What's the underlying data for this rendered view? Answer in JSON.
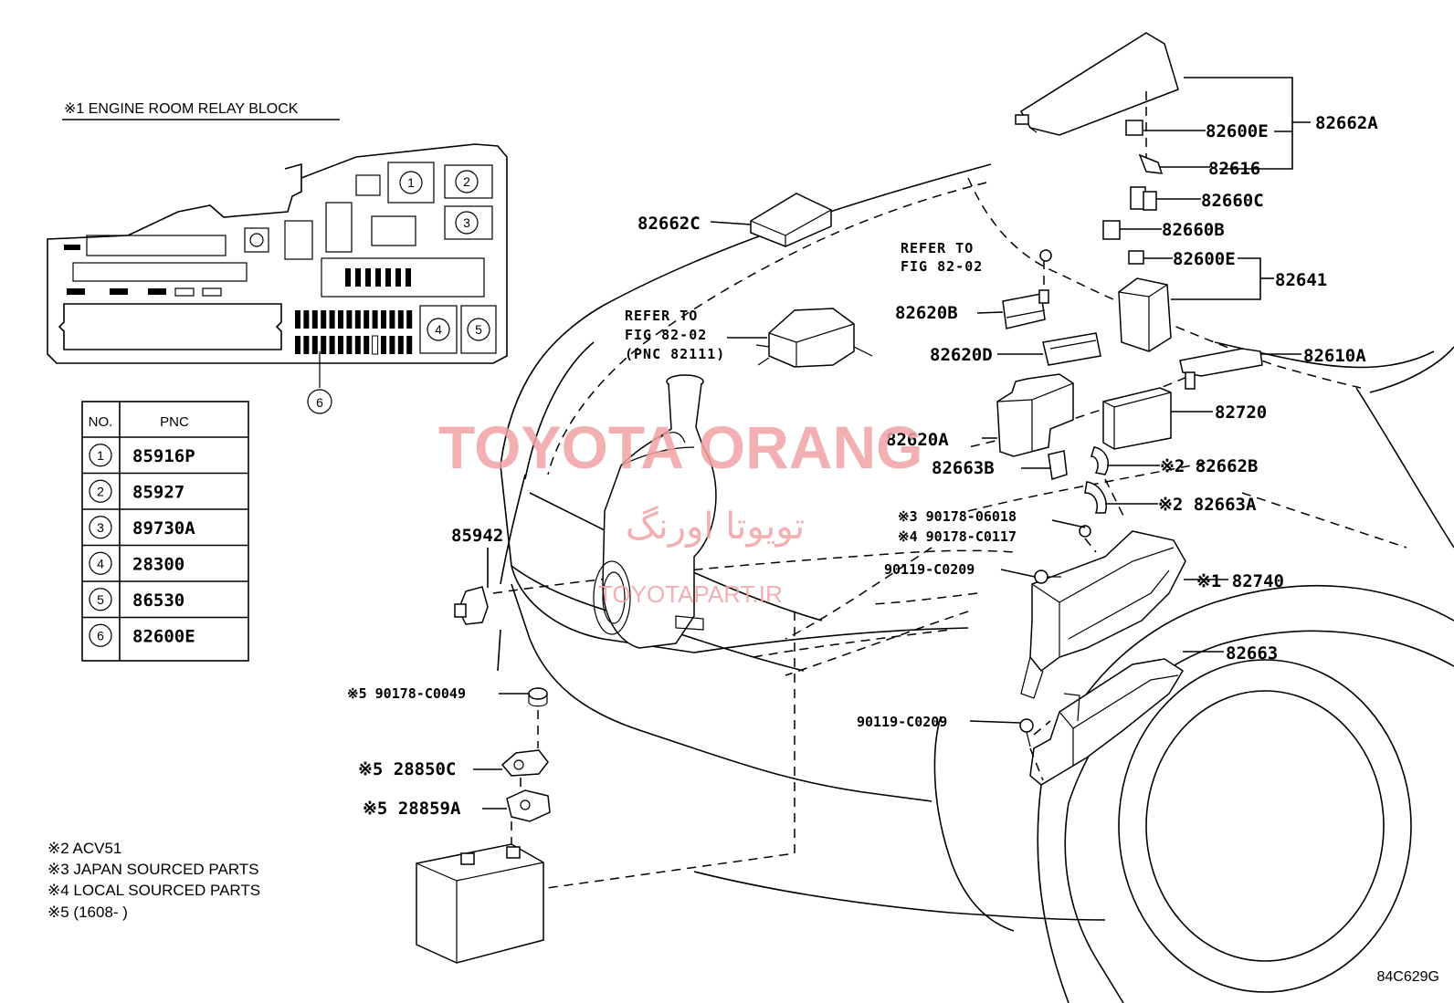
{
  "relay_block": {
    "title": "※1 ENGINE ROOM RELAY BLOCK",
    "circles": [
      "1",
      "2",
      "3",
      "4",
      "5",
      "6"
    ]
  },
  "table": {
    "header_no": "NO.",
    "header_pnc": "PNC",
    "rows": [
      {
        "no": "1",
        "pnc": "85916P"
      },
      {
        "no": "2",
        "pnc": "85927"
      },
      {
        "no": "3",
        "pnc": "89730A"
      },
      {
        "no": "4",
        "pnc": "28300"
      },
      {
        "no": "5",
        "pnc": "86530"
      },
      {
        "no": "6",
        "pnc": "82600E"
      }
    ]
  },
  "refers": [
    {
      "l1": "REFER TO",
      "l2": "FIG 82-02"
    },
    {
      "l1": "REFER TO",
      "l2": "FIG 82-02",
      "l3": "(PNC 82111)"
    }
  ],
  "labels": {
    "p82662A": "82662A",
    "p82600E_a": "82600E",
    "p82616": "82616",
    "p82660C": "82660C",
    "p82660B": "82660B",
    "p82600E_b": "82600E",
    "p82641": "82641",
    "p82662C": "82662C",
    "p82620B": "82620B",
    "p82620D": "82620D",
    "p82610A": "82610A",
    "p82720": "82720",
    "p82620A": "82620A",
    "p82663B": "82663B",
    "p82662B": "※2 82662B",
    "p82663A": "※2 82663A",
    "p90178_06018": "※3 90178-06018",
    "p90178_C0117": "※4 90178-C0117",
    "p90119_a": "90119-C0209",
    "p82740": "※1 82740",
    "p82663": "82663",
    "p90119_b": "90119-C0209",
    "p85942": "85942",
    "p90178_C0049": "※5 90178-C0049",
    "p28850C": "※5 28850C",
    "p28859A": "※5 28859A"
  },
  "notes": [
    "※2 ACV51",
    "※3 JAPAN SOURCED PARTS",
    "※4 LOCAL SOURCED PARTS",
    "※5 (1608-      )"
  ],
  "watermark": {
    "latin": "TOYOTA ORANG",
    "persian": "تویوتا اورنگ",
    "site": "TOYOTAPART.IR"
  },
  "figure_code": "84C629G"
}
